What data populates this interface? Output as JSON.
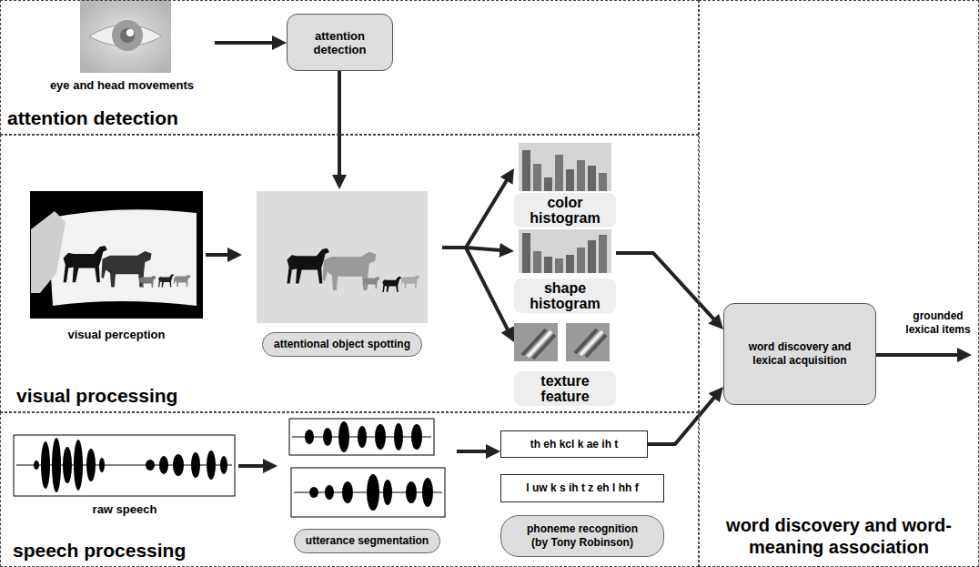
{
  "diagram": {
    "nodes": [
      {
        "text": [
          "attention detection"
        ]
      },
      {
        "text": [
          "eye and head movements"
        ],
        "in": 0
      },
      {
        "text": [
          "attention detection"
        ],
        "in": 0
      },
      {
        "text": [
          "visual processing"
        ]
      },
      {
        "text": [
          "visual perception"
        ],
        "in": 3
      },
      {
        "text": [
          "attentional object spotting"
        ],
        "in": 3
      },
      {
        "text": [
          "color histogram"
        ],
        "in": 3
      },
      {
        "text": [
          "shape histogram"
        ],
        "in": 3
      },
      {
        "text": [
          "texture feature"
        ],
        "in": 3
      },
      {
        "text": [
          "speech processing"
        ]
      },
      {
        "text": [
          "raw speech"
        ],
        "in": 9
      },
      {
        "text": [
          "utterance segmentation"
        ],
        "in": 9
      },
      {
        "text": [
          "th eh kcl k ae ih t"
        ],
        "in": 9
      },
      {
        "text": [
          "l uw k s ih t z eh l hh f"
        ],
        "in": 9
      },
      {
        "text": [
          "phoneme recognition (by Tony Robinson)"
        ],
        "in": 9
      },
      {
        "text": [
          "word discovery and word-meaning association"
        ]
      },
      {
        "text": [
          "word discovery and lexical acquisition"
        ],
        "in": 15
      }
    ],
    "edges": [
      {
        "from": 1,
        "to": 2,
        "arrow": "to"
      },
      {
        "from": 2,
        "to": 5,
        "arrow": "to"
      },
      {
        "from": 4,
        "to": 5,
        "arrow": "to"
      },
      {
        "from": 5,
        "to": 6,
        "arrow": "to"
      },
      {
        "from": 5,
        "to": 7,
        "arrow": "to"
      },
      {
        "from": 5,
        "to": 8,
        "arrow": "to"
      },
      {
        "from": 7,
        "to": 16,
        "arrow": "to"
      },
      {
        "from": 10,
        "to": 11,
        "arrow": "to"
      },
      {
        "from": 11,
        "to": 12,
        "arrow": "to"
      },
      {
        "from": 12,
        "to": 16,
        "arrow": "to"
      }
    ],
    "labels": [
      "grounded lexical items"
    ]
  }
}
